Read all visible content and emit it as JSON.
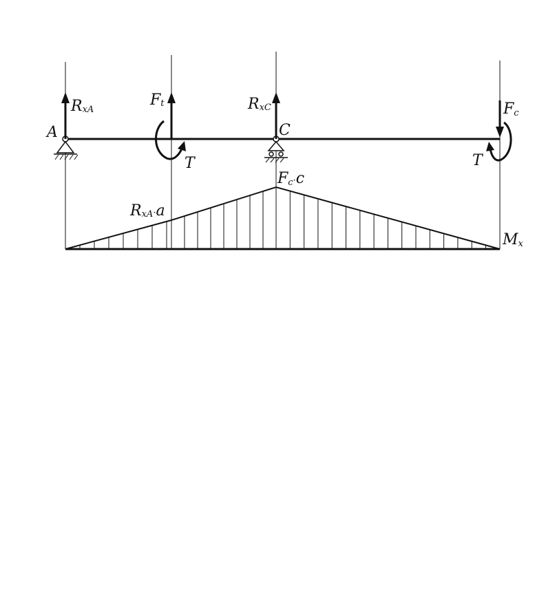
{
  "labels": {
    "point_a": "A",
    "point_c": "C",
    "reaction_a_main": "R",
    "reaction_a_sub": "xA",
    "reaction_c_main": "R",
    "reaction_c_sub": "xC",
    "force_t_main": "F",
    "force_t_sub": "t",
    "force_c_main": "F",
    "force_c_sub": "c",
    "torque_left": "T",
    "torque_right": "T",
    "moment_peak_main": "F",
    "moment_peak_sub": "c",
    "moment_peak_dot": "·",
    "moment_peak_factor": "c",
    "moment_left_main": "R",
    "moment_left_sub": "xA",
    "moment_left_dot": "·",
    "moment_left_factor": "a",
    "moment_axis_main": "M",
    "moment_axis_sub": "x"
  },
  "colors": {
    "ink": "#111111",
    "background": "#ffffff"
  }
}
